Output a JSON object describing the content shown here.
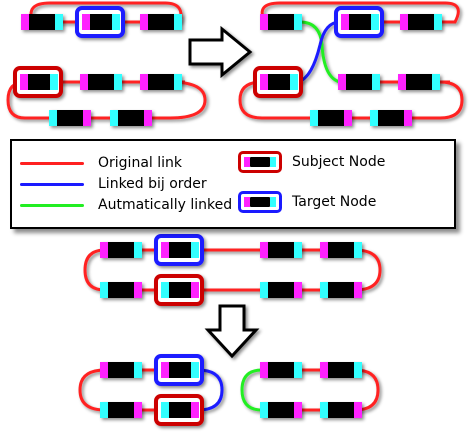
{
  "legend": {
    "original_link": "Original link",
    "linked_by_order": "Linked bij order",
    "auto_linked": "Autmatically linked",
    "subject_node": "Subject Node",
    "target_node": "Target Node"
  },
  "colors": {
    "original": "#ff2020",
    "linked": "#1a1aff",
    "auto": "#22ee22",
    "magenta": "#ff22ff",
    "cyan": "#33ffff",
    "core": "#000000"
  }
}
